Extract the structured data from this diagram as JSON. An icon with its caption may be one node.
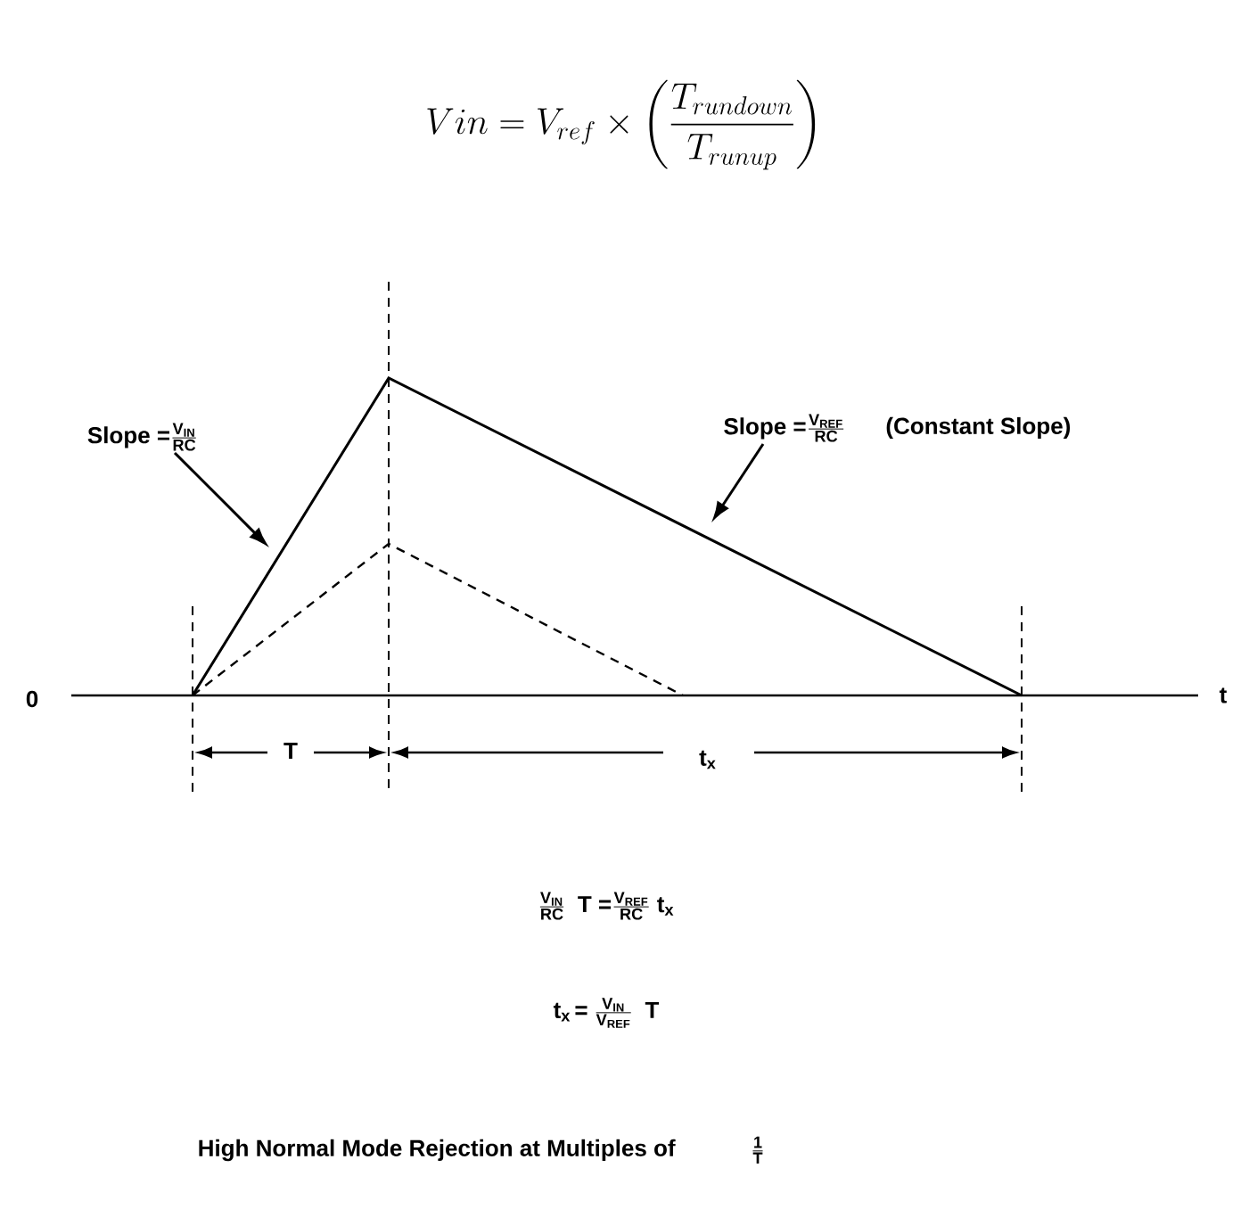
{
  "diagram": {
    "nodes": [
      {
        "text": [
          "\\textbf{Slope =} \\frac{\\textbf{V}_{\\textbf{IN}}}{\\textbf{RC}}"
        ]
      },
      {
        "text": [
          "\\textbf{Slope =} \\frac{\\textbf{V}_{\\textbf{REF}}}{\\textbf{RC}}"
        ],
        "beside": [
          "(Constant Slope)"
        ]
      }
    ],
    "edges": [
      {
        "from": 0,
        "to": null,
        "arrow": "to"
      },
      {
        "from": 1,
        "to": null,
        "arrow": "to"
      }
    ],
    "labels": [
      "Vin = V_{ref} \\times \\left(\\frac{T_{rundown}}{T_{runup}}\\right)",
      "0",
      "t",
      "T",
      "\\textbf{t}_{\\textbf{x}}",
      "\\frac{\\textbf{V}_{\\textbf{IN}}}{\\textbf{RC}}\\;\\;\\textbf{T =} \\frac{\\textbf{V}_{\\textbf{REF}}}{\\textbf{RC}}\\;\\textbf{t}_{\\textbf{x}}",
      "\\textbf{t}_{\\textbf{x}}\\,\\textbf{=}\\;\\frac{\\textbf{V}_{\\textbf{IN}}}{\\textbf{V}_{\\textbf{REF}}}\\;\\;\\textbf{T}",
      "High Normal Mode Rejection at Multiples of",
      "\\frac{\\textbf{1}}{\\textbf{T}}"
    ]
  }
}
